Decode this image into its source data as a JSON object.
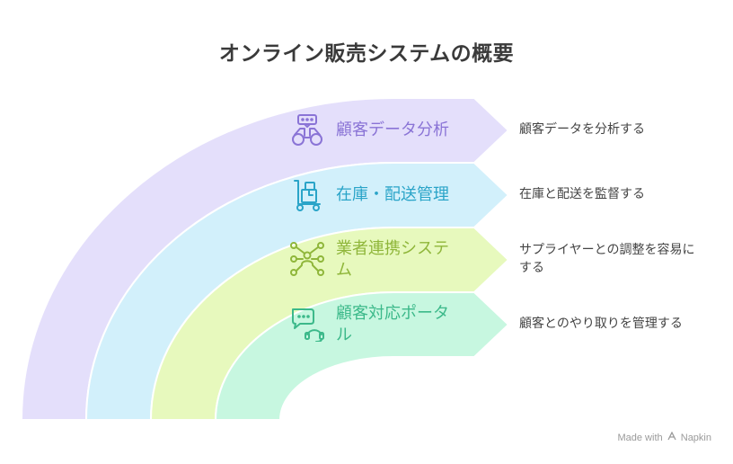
{
  "title": "オンライン販売システムの概要",
  "items": [
    {
      "label": "顧客データ分析",
      "description": "顧客データを分析する",
      "icon": "binoculars-icon",
      "color": "#8a74d6",
      "fill": "#e4dffb"
    },
    {
      "label": "在庫・配送管理",
      "description": "在庫と配送を監督する",
      "icon": "hand-truck-icon",
      "color": "#2aa4c8",
      "fill": "#d2f0fb"
    },
    {
      "label_line1": "業者連携システ",
      "label_line2": "ム",
      "description_line1": "サプライヤーとの調整を容易に",
      "description_line2": "する",
      "icon": "network-icon",
      "color": "#8fb63a",
      "fill": "#e7f9bd"
    },
    {
      "label_line1": "顧客対応ポータ",
      "label_line2": "ル",
      "description": "顧客とのやり取りを管理する",
      "icon": "support-chat-icon",
      "color": "#3cb98a",
      "fill": "#c7f7e0"
    }
  ],
  "footer": {
    "made_with": "Made with",
    "brand": "Napkin"
  }
}
